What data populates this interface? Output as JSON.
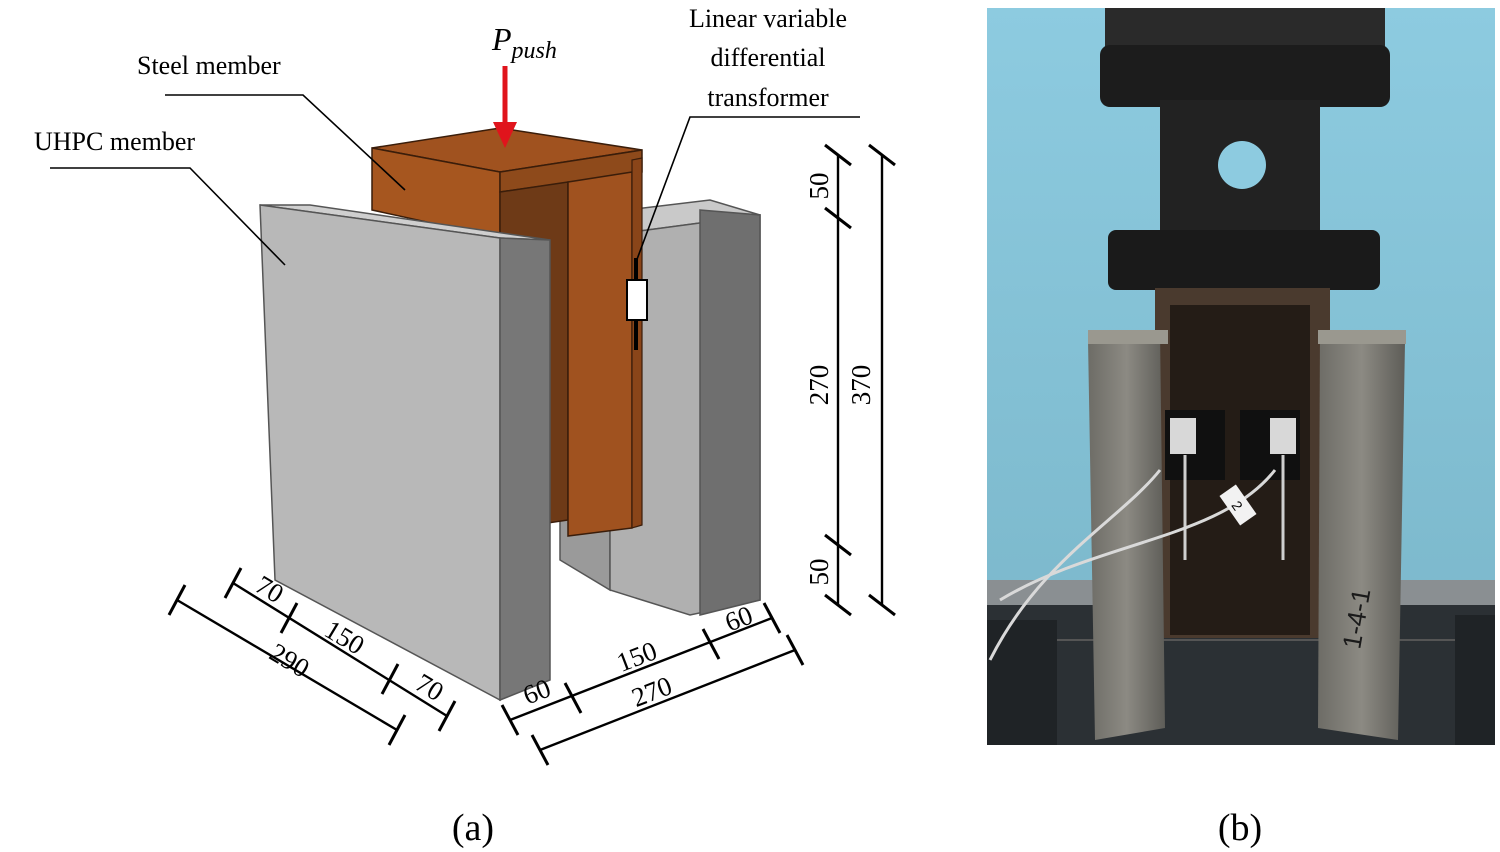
{
  "panel_a": {
    "load_label": "P",
    "load_subscript": "push",
    "label_steel": "Steel member",
    "label_uhpc": "UHPC member",
    "label_lvdt": [
      "Linear variable",
      "differential",
      "transformer"
    ],
    "dim_depth_parts": [
      "70",
      "150",
      "70"
    ],
    "dim_depth_total": "290",
    "dim_width_parts": [
      "60",
      "150",
      "60"
    ],
    "dim_width_total": "270",
    "dim_height_parts": [
      "50",
      "270",
      "50"
    ],
    "dim_height_total": "370",
    "caption": "(a)"
  },
  "panel_b": {
    "caption": "(b)",
    "specimen_tag": "2",
    "specimen_marking": "1-4-1"
  },
  "colors": {
    "steel": "#a0521f",
    "steel_dark": "#6e3a17",
    "concrete": "#b8b8b8",
    "concrete_side": "#6f6f6f",
    "load_arrow": "#e0141c",
    "photo_background": "#7fc0d6"
  }
}
